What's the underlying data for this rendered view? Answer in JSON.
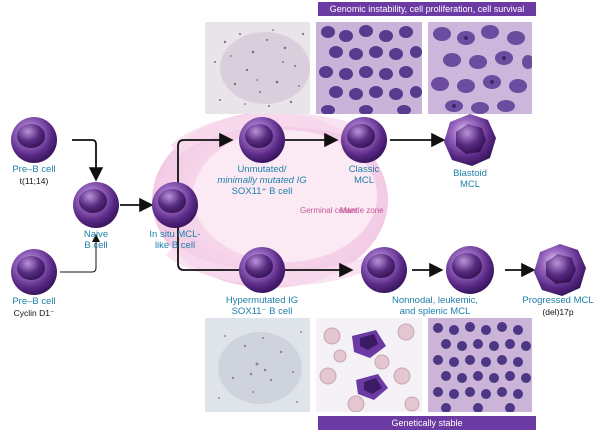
{
  "banners": {
    "top": "Genomic instability, cell proliferation, cell survival",
    "bottom": "Genetically stable"
  },
  "cells": {
    "preb_top": {
      "label": "Pre–B cell",
      "sub": "t(11;14)"
    },
    "preb_bottom": {
      "label": "Pre–B cell",
      "sub": "Cyclin D1⁻"
    },
    "naive": {
      "line1": "Naive",
      "line2": "B cell"
    },
    "insitu": {
      "line1": "In situ MCL-",
      "line2": "like B cell"
    },
    "unmutated": {
      "line1": "Unmutated/",
      "line2": "minimally mutated IG",
      "line3": "SOX11⁺ B cell"
    },
    "classic": {
      "line1": "Classic",
      "line2": "MCL"
    },
    "blastoid": {
      "line1": "Blastoid",
      "line2": "MCL"
    },
    "hypermutated": {
      "line1": "Hypermutated IG",
      "line2": "SOX11⁻ B cell"
    },
    "nonnodal": {
      "line1": "Nonnodal, leukemic,",
      "line2": "and splenic MCL"
    },
    "progressed": {
      "label": "Progressed MCL",
      "sub": "(del)17p"
    }
  },
  "zones": {
    "germinal": {
      "line1": "Germinal",
      "line2": "center"
    },
    "mantle": {
      "line1": "Mantle",
      "line2": "zone"
    }
  },
  "colors": {
    "label_blue": "#1f7fa9",
    "banner_purple": "#6b3aa3",
    "zone_pink": "#f3cfe6",
    "cell_purple": "#5a2a86"
  }
}
